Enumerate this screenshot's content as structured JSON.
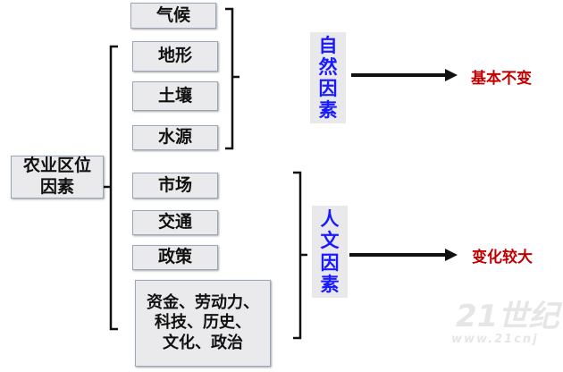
{
  "root": {
    "label": "农业区位\n因素"
  },
  "factors": {
    "climate": "气候",
    "terrain": "地形",
    "soil": "土壤",
    "water": "水源",
    "market": "市场",
    "transport": "交通",
    "policy": "政策",
    "others": "资金、劳动力、\n科技、历史、\n文化、政治"
  },
  "groups": {
    "natural": {
      "label": "自\n然\n因\n素",
      "result": "基本不变",
      "color": "#1a1aff",
      "result_color": "#c00000"
    },
    "human": {
      "label": "人\n文\n因\n素",
      "result": "变化较大",
      "color": "#1a1aff",
      "result_color": "#c00000"
    }
  },
  "watermark": {
    "brand": "21世纪",
    "url": "www.21cnj"
  }
}
